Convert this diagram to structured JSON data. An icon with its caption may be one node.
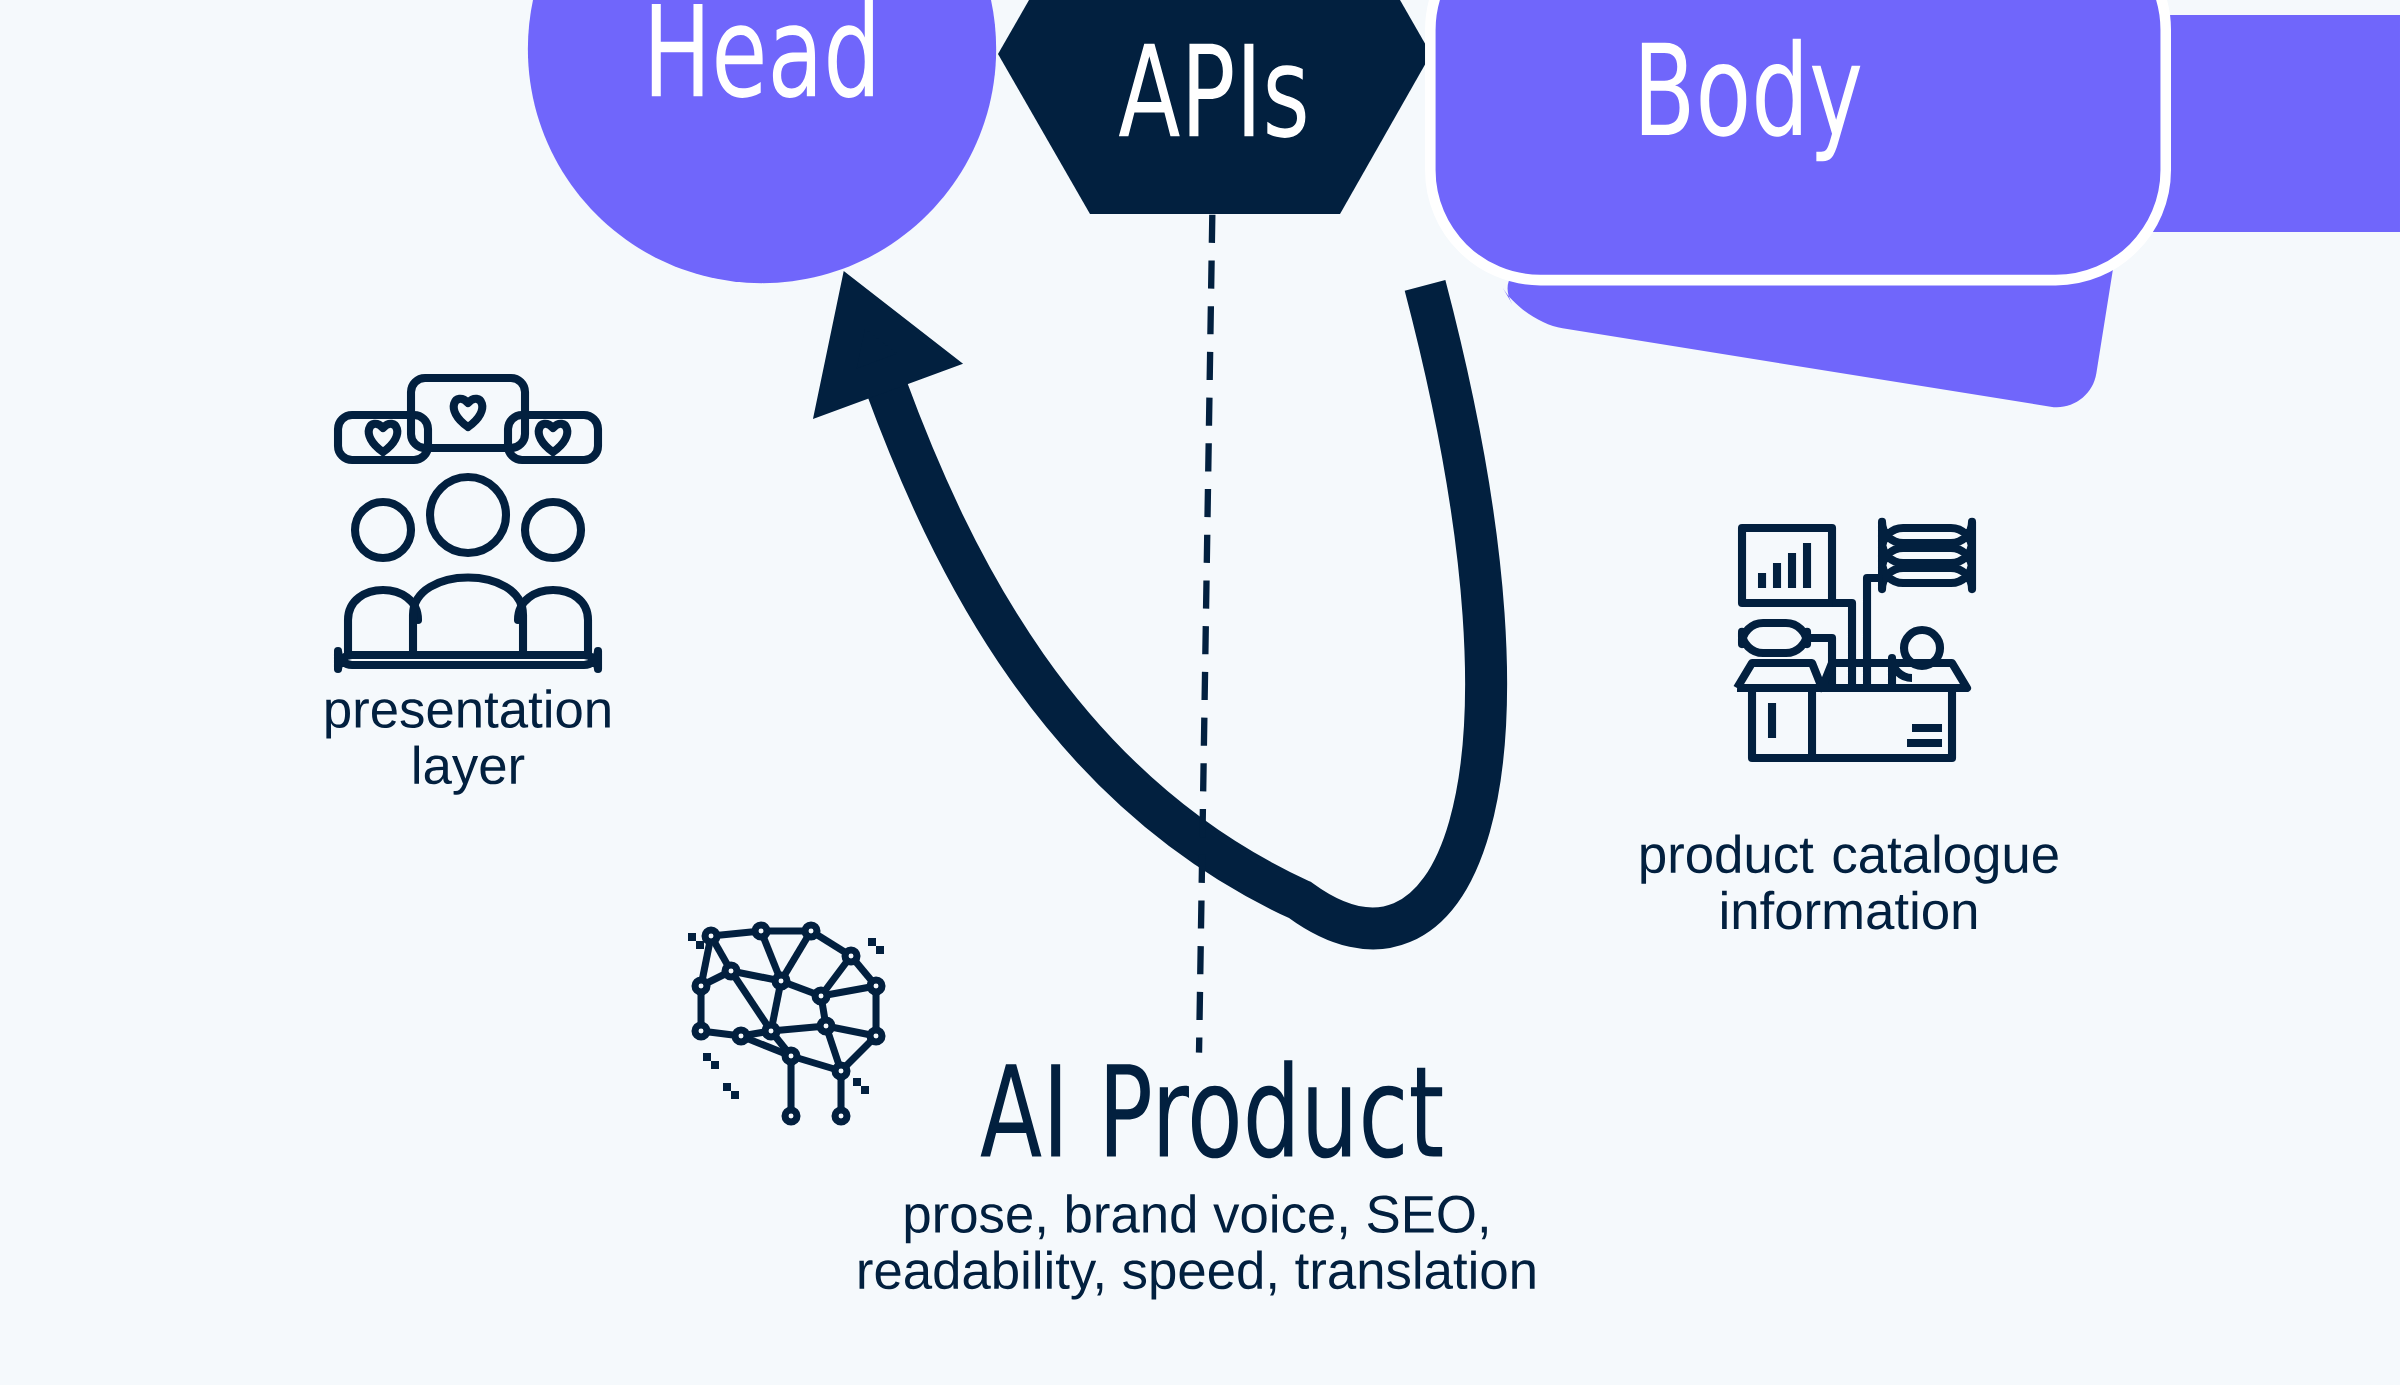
{
  "diagram": {
    "nodes": [
      {
        "text": [
          "Head"
        ]
      },
      {
        "text": [
          "APIs"
        ]
      },
      {
        "text": [
          "Body"
        ]
      },
      {
        "text": [
          "presentation layer"
        ]
      },
      {
        "text": [
          "product catalogue information"
        ]
      },
      {
        "text": [
          "AI Product",
          "prose, brand voice, SEO, readability, speed, translation"
        ]
      }
    ],
    "edges": [
      {
        "from": 2,
        "to": 0,
        "arrow": "to",
        "style": "thick"
      },
      {
        "from": 1,
        "to": 5,
        "arrow": "none",
        "style": "dashed"
      }
    ]
  }
}
